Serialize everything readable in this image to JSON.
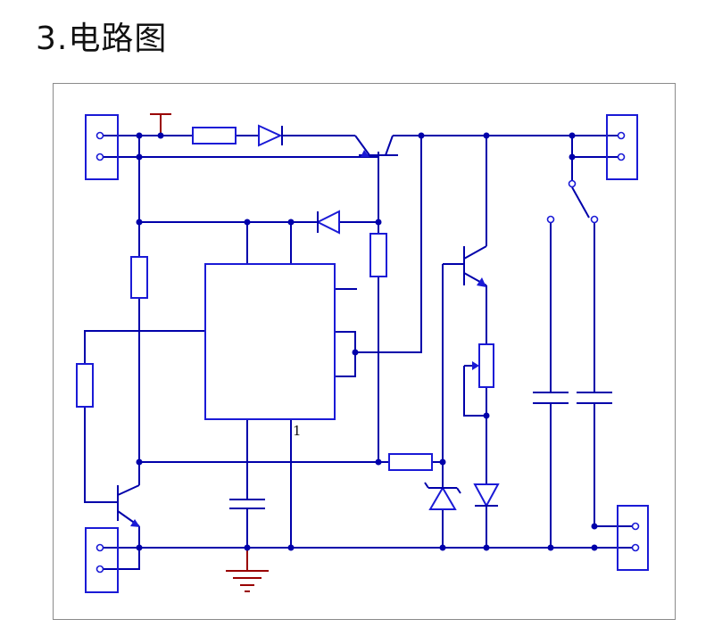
{
  "header": {
    "number": "3.",
    "title": "电路图"
  },
  "diagram": {
    "pin_label": "1"
  },
  "colors": {
    "wire": "#0000aa",
    "component": "#1a1ad6",
    "ground": "#990000",
    "frame": "#8a8a8a"
  }
}
